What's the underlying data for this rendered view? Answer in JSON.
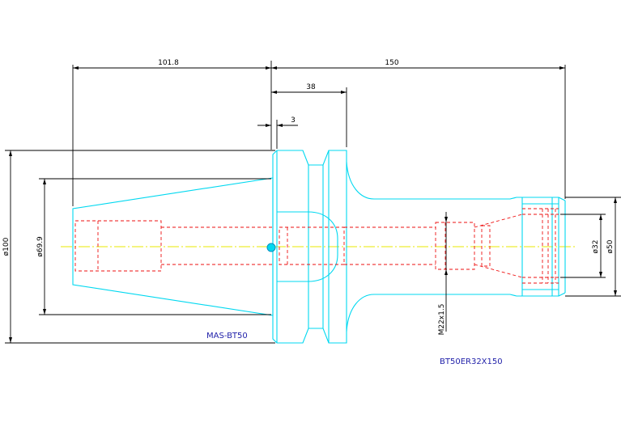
{
  "colors": {
    "body_outline": "#00d8f0",
    "hidden_lines": "#ee1111",
    "centerline": "#e8e800",
    "dimensions": "#000000",
    "labels": "#2222aa"
  },
  "dimensions": {
    "taper_length": "101.8",
    "overall_length": "150",
    "flange_length": "38",
    "flange_offset": "3",
    "flange_diameter": "ø100",
    "taper_diameter": "ø69.9",
    "thread": "M22x1.5",
    "bore_diameter": "ø32",
    "nose_diameter": "ø50"
  },
  "labels": {
    "taper_standard": "MAS-BT50",
    "part_number": "BT50ER32X150"
  }
}
